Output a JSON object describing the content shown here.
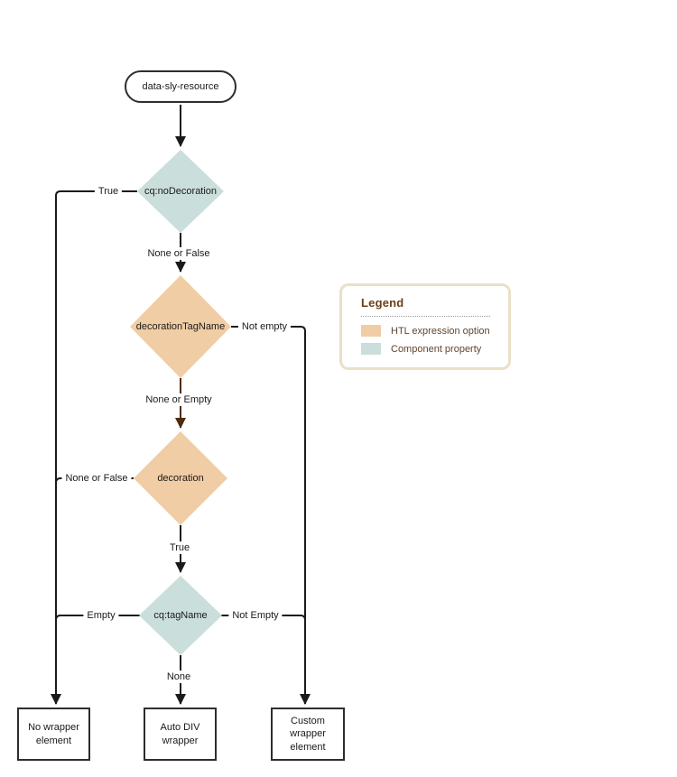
{
  "diagram": {
    "start": {
      "label": "data-sly-resource"
    },
    "decisions": [
      {
        "id": "cq-noDecoration",
        "label": "cq:noDecoration",
        "type": "component-property"
      },
      {
        "id": "decorationTagName",
        "label": "decorationTagName",
        "type": "htl-expression-option"
      },
      {
        "id": "decoration",
        "label": "decoration",
        "type": "htl-expression-option"
      },
      {
        "id": "cq-tagName",
        "label": "cq:tagName",
        "type": "component-property"
      }
    ],
    "outcomes": [
      {
        "label": "No wrapper element"
      },
      {
        "label": "Auto DIV wrapper"
      },
      {
        "label": "Custom wrapper element"
      }
    ],
    "edge_labels": {
      "noDecoration_true": "True",
      "noDecoration_down": "None or False",
      "decorationTagName_right": "Not empty",
      "decorationTagName_down": "None or Empty",
      "decoration_left": "None or False",
      "decoration_down": "True",
      "tagName_left": "Empty",
      "tagName_right": "Not Empty",
      "tagName_down": "None"
    }
  },
  "legend": {
    "title": "Legend",
    "items": [
      {
        "label": "HTL expression option",
        "color": "#f0cda4"
      },
      {
        "label": "Component property",
        "color": "#cadedb"
      }
    ]
  },
  "colors": {
    "htl_expression_option": "#f0cda4",
    "component_property": "#cadedb",
    "line": "#1a1a1a",
    "highlight_line": "#4d2b0d"
  }
}
